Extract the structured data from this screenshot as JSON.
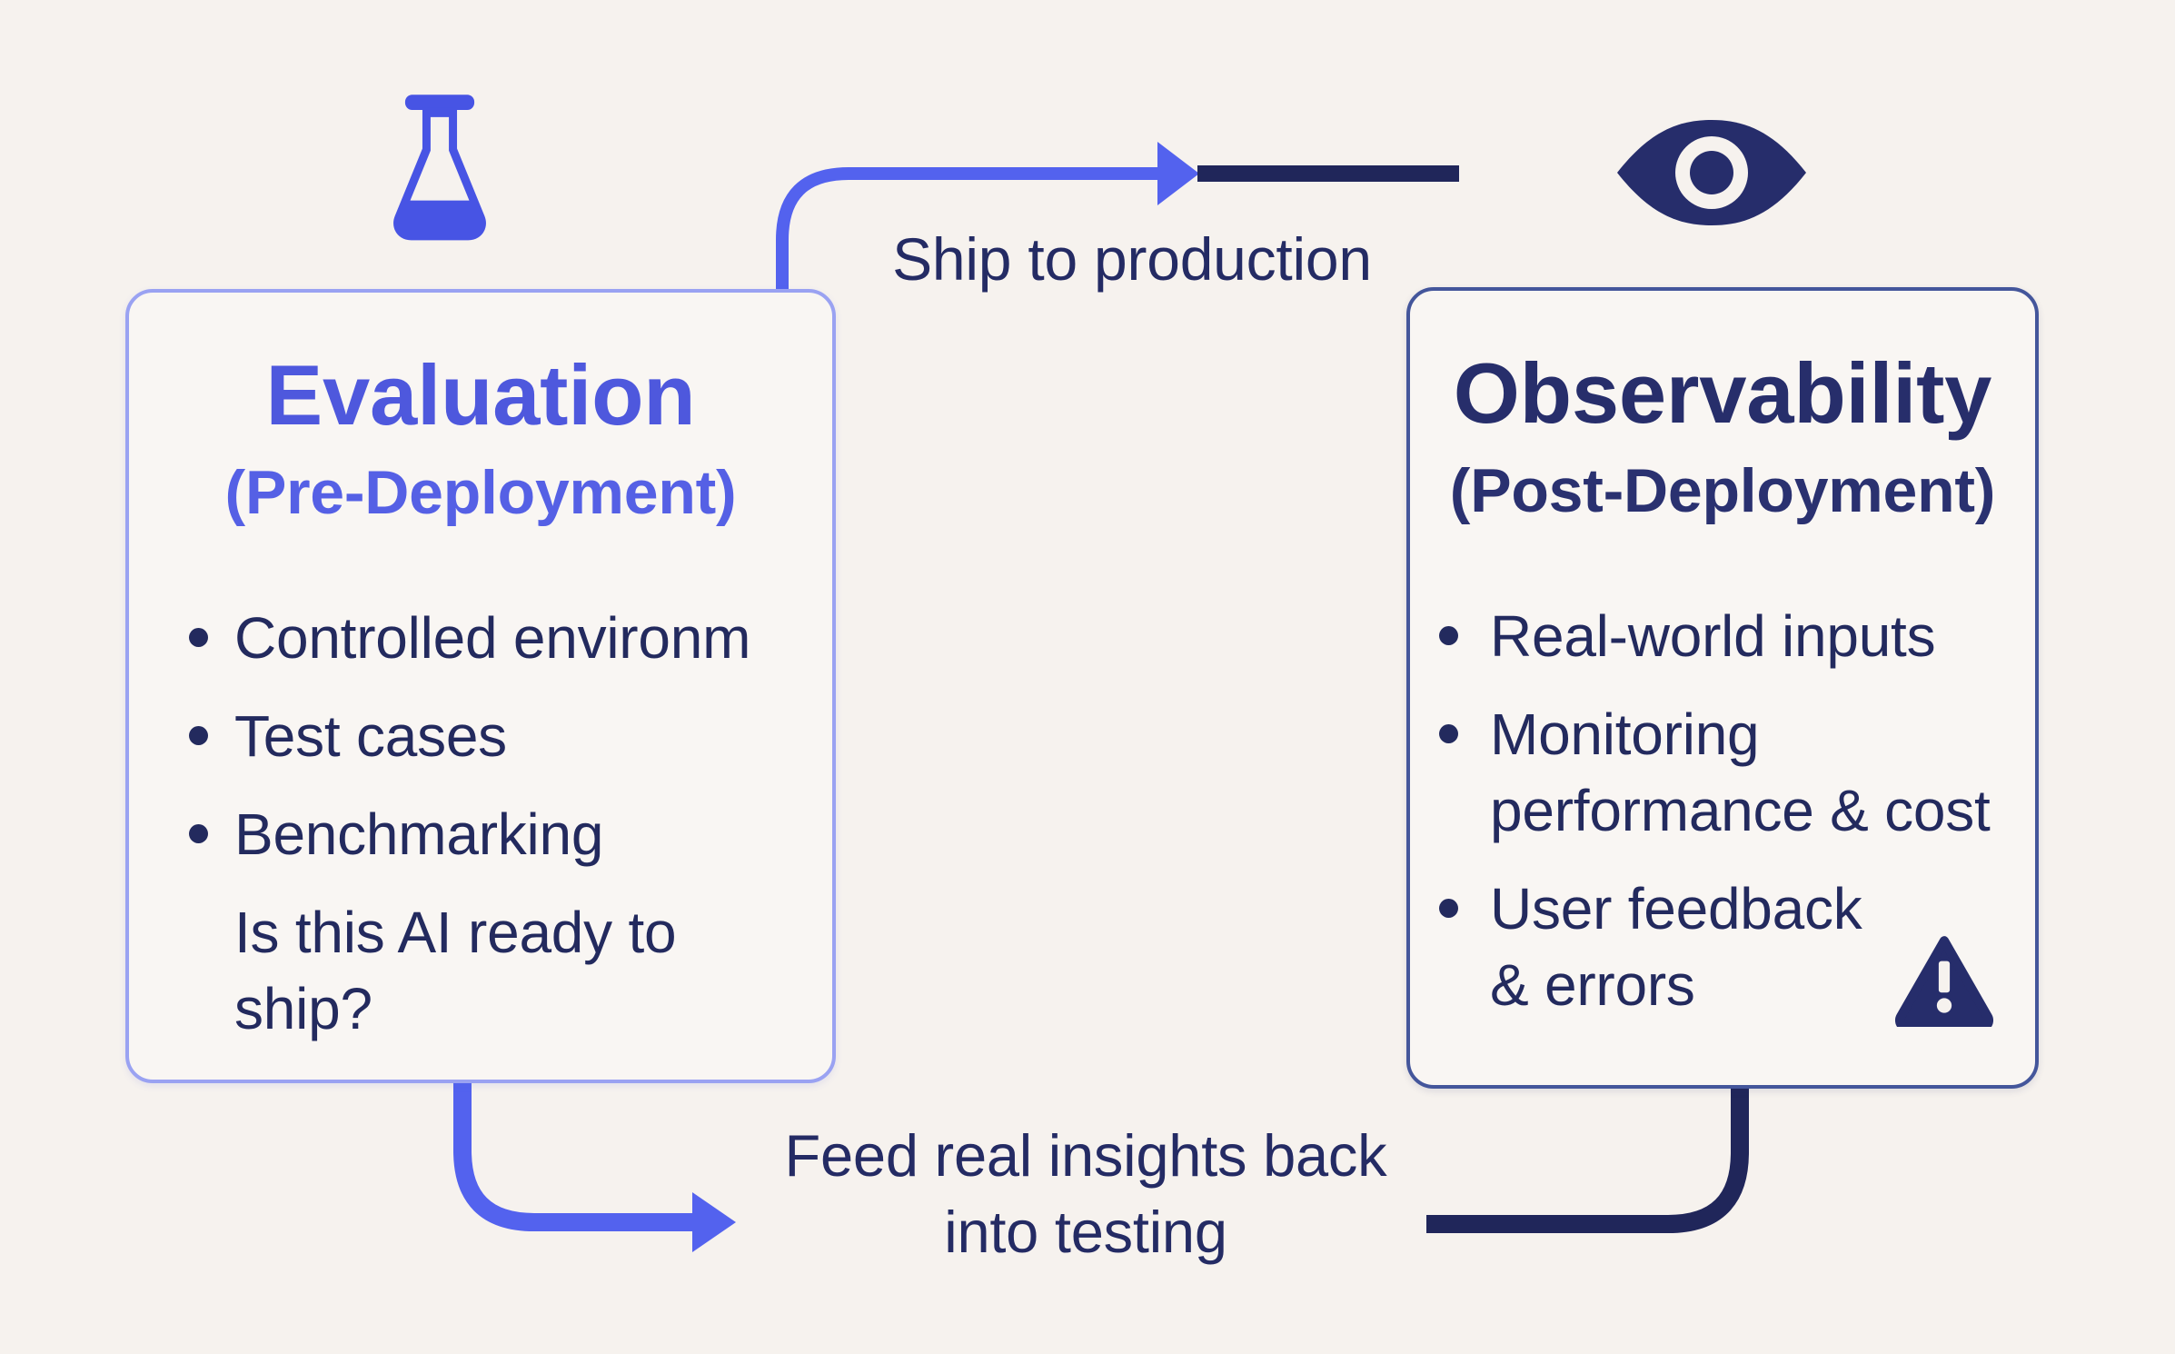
{
  "colors": {
    "bg": "#f6f2ee",
    "card-bg": "#f9f6f3",
    "arrow-purple": "#5362ee",
    "flask-purple": "#4754e4",
    "title-purple": "#4e58dd",
    "subtitle-purple": "#5560e5",
    "left-card-border": "#9aa2f2",
    "right-card-border": "#44569b",
    "navy-text": "#242b64",
    "bullet-navy": "#232a5e",
    "navy-deep": "#20265a",
    "icon-navy": "#262d6b",
    "right-title-navy": "#272e6b",
    "right-subtitle-navy": "#2a3170"
  },
  "left_card": {
    "title": "Evaluation",
    "subtitle": "(Pre-Deployment)",
    "bullets": [
      "Controlled environm",
      "Test cases",
      "Benchmarking"
    ],
    "question": "Is this AI ready to\nship?"
  },
  "right_card": {
    "title": "Observability",
    "subtitle": "(Post-Deployment)",
    "bullets": [
      "Real-world inputs",
      "Monitoring\nperformance & cost",
      "User feedback\n& errors"
    ]
  },
  "labels": {
    "ship": "Ship to production",
    "feed_line1": "Feed real insights back",
    "feed_line2": "into testing"
  },
  "icons": {
    "left_card": "flask-icon",
    "right_card": "eye-icon",
    "errors": "warning-icon"
  }
}
